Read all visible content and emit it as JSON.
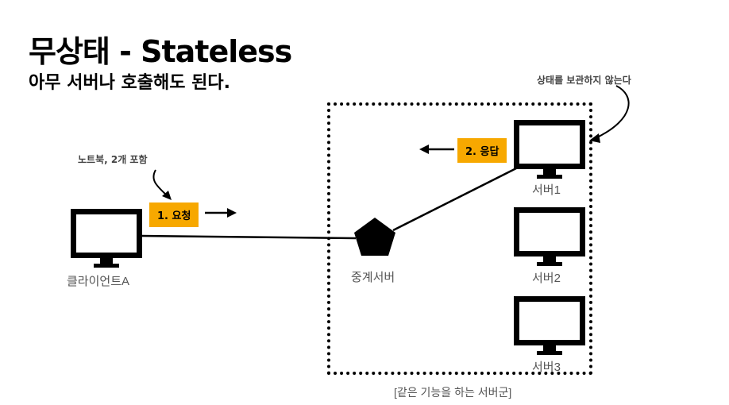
{
  "title": "무상태 - Stateless",
  "subtitle": "아무 서버나 호출해도 된다.",
  "notes": {
    "laptop": "노트북, 2개 포함",
    "stateless": "상태를 보관하지 않는다"
  },
  "steps": {
    "request": "1. 요청",
    "response": "2. 응답"
  },
  "nodes": {
    "client": "클라이언트A",
    "proxy": "중계서버",
    "server1": "서버1",
    "server2": "서버2",
    "server3": "서버3"
  },
  "group_label": "[같은 기능을 하는 서버군]",
  "colors": {
    "badge": "#f7a800",
    "ink": "#000000",
    "caption": "#555555"
  }
}
